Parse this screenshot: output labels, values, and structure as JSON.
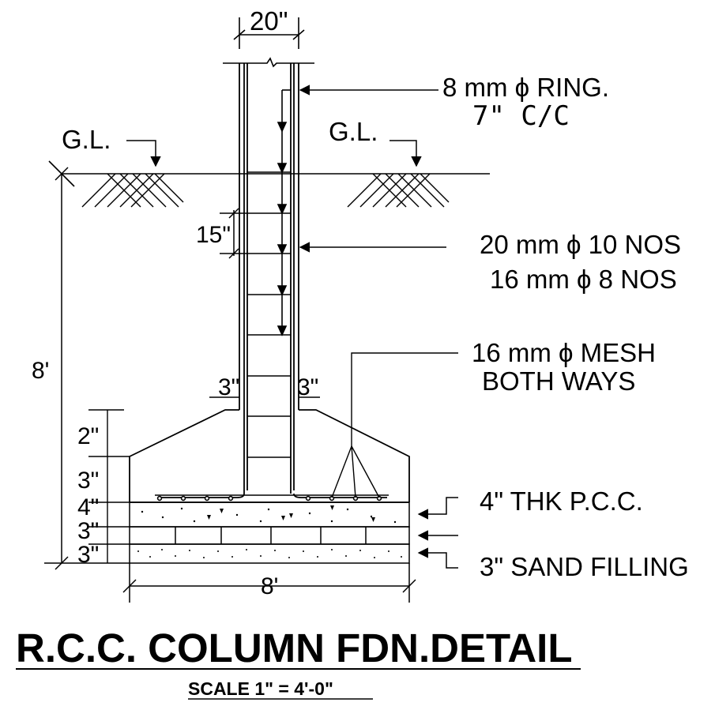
{
  "title": "R.C.C. COLUMN FDN.DETAIL",
  "scale": "SCALE  1\" = 4'-0\"",
  "dimensions": {
    "column_width": "20\"",
    "ring_spacing": "15\"",
    "depth": "8'",
    "footing_width": "8'",
    "offset_left": "3\"",
    "offset_right": "3\"",
    "layer_2": "2\"",
    "layer_3": "3\"",
    "layer_4": "4\"",
    "layer_3b": "3\"",
    "layer_3c": "3\""
  },
  "ground_level": {
    "left": "G.L.",
    "right": "G.L."
  },
  "annotations": {
    "ring_line1": "8 mm ϕ RING.",
    "ring_line2": "7\" C/C",
    "bars_line1": "20 mm ϕ 10 NOS",
    "bars_line2": "16 mm ϕ 8 NOS",
    "mesh_line1": "16 mm ϕ MESH",
    "mesh_line2": "BOTH WAYS",
    "pcc": "4\" THK P.C.C.",
    "sand": "3\" SAND FILLING"
  }
}
